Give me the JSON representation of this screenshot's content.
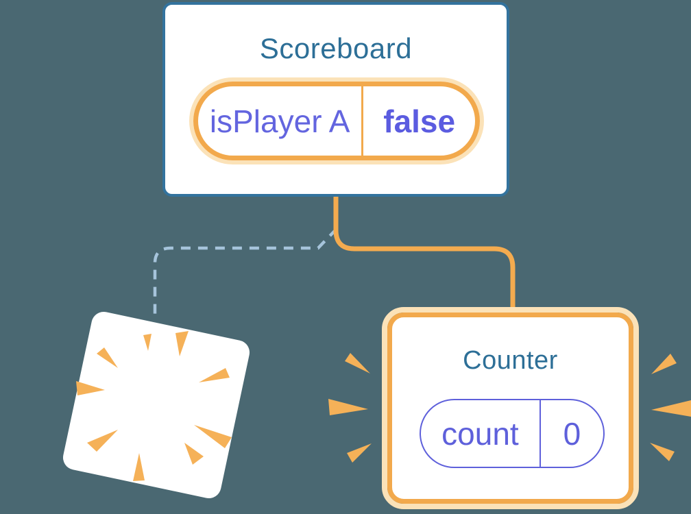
{
  "canvas": {
    "background_color": "#4A6872",
    "description": "React component tree diagram: state is kept for Counter, sibling component is destroyed"
  },
  "nodes": {
    "scoreboard": {
      "title": "Scoreboard",
      "state": {
        "label": "isPlayer A",
        "value": "false"
      }
    },
    "counter": {
      "title": "Counter",
      "state": {
        "label": "count",
        "value": "0"
      }
    },
    "destroyed": {
      "description": "removed component shown as tilted blank card with explosion burst"
    }
  },
  "connectors": {
    "active": {
      "style": "solid",
      "color": "#F4AB4F",
      "from": "scoreboard",
      "to": "counter"
    },
    "removed": {
      "style": "dashed",
      "color": "#A6C4DB",
      "from": "scoreboard",
      "to": "destroyed"
    }
  },
  "colors": {
    "accent_orange": "#F2A94C",
    "accent_orange_halo": "#FBE2B8",
    "burst_orange": "#F5B158",
    "state_purple": "#5E60DB",
    "node_border_blue": "#33739E",
    "title_blue": "#2D6F97",
    "dashed_connector_blue": "#A6C4DB",
    "card_white": "#FFFFFF"
  }
}
